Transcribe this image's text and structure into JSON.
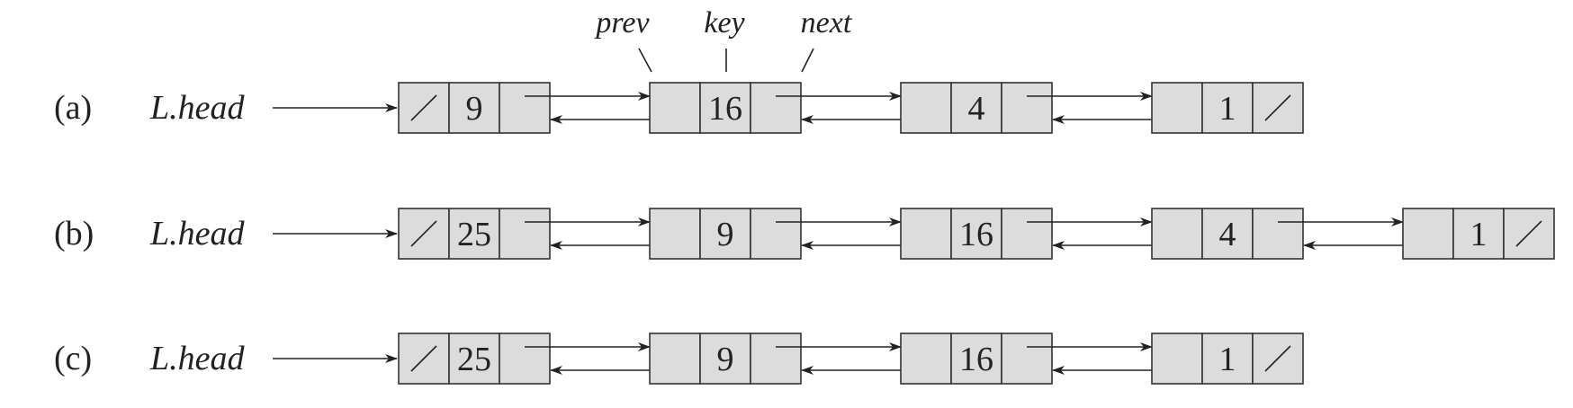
{
  "field_labels": {
    "prev": "prev",
    "key": "key",
    "next": "next"
  },
  "rows": [
    {
      "label": "(a)",
      "head": "L.head",
      "keys": [
        "9",
        "16",
        "4",
        "1"
      ]
    },
    {
      "label": "(b)",
      "head": "L.head",
      "keys": [
        "25",
        "9",
        "16",
        "4",
        "1"
      ]
    },
    {
      "label": "(c)",
      "head": "L.head",
      "keys": [
        "25",
        "9",
        "16",
        "1"
      ]
    }
  ],
  "colors": {
    "node_fill": "#dcdcdd",
    "stroke": "#222222"
  }
}
